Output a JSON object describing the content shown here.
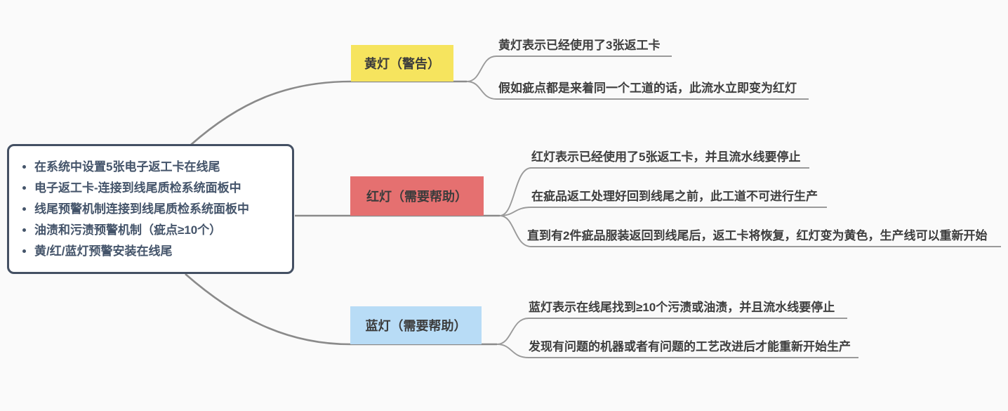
{
  "diagram": {
    "type": "mindmap",
    "background": "#fafafa",
    "root": {
      "items": [
        "在系统中设置5张电子返工卡在线尾",
        "电子返工卡-连接到线尾质检系统面板中",
        "线尾预警机制连接到线尾质检系统面板中",
        "油渍和污渍预警机制（疵点≥10个）",
        "黄/红/蓝灯预警安装在线尾"
      ]
    },
    "branches": [
      {
        "label": "黄灯（警告）",
        "color": "#f6e45e",
        "children": [
          "黄灯表示已经使用了3张返工卡",
          "假如疵点都是来着同一个工道的话，此流水立即变为红灯"
        ]
      },
      {
        "label": "红灯（需要帮助）",
        "color": "#e57070",
        "children": [
          "红灯表示已经使用了5张返工卡，并且流水线要停止",
          "在疵品返工处理好回到线尾之前，此工道不可进行生产",
          "直到有2件疵品服装返回到线尾后，返工卡将恢复，红灯变为黄色，生产线可以重新开始"
        ]
      },
      {
        "label": "蓝灯（需要帮助）",
        "color": "#b8dcf6",
        "children": [
          "蓝灯表示在线尾找到≥10个污渍或油渍，并且流水线要停止",
          "发现有问题的机器或者有问题的工艺改进后才能重新开始生产"
        ]
      }
    ],
    "colors": {
      "root_border": "#445063",
      "root_text": "#44546a",
      "topic_text": "#3c3c3c",
      "leaf_text": "#3e3e3e",
      "connector_main": "#8a8a8a",
      "connector_leaf": "#9a9a9a"
    }
  }
}
